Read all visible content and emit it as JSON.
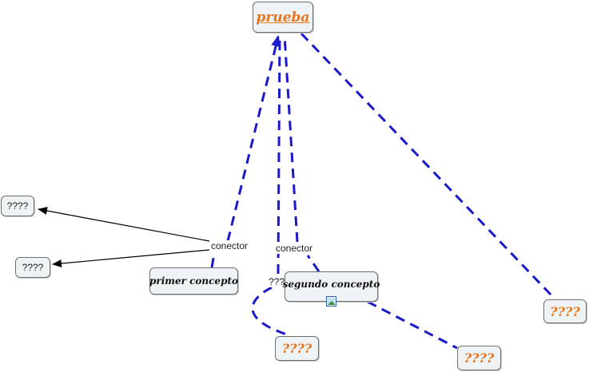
{
  "root": {
    "label": "prueba"
  },
  "concepts": {
    "primer": "primer concepto",
    "segundo": "segundo concepto",
    "left_top": "????",
    "left_bottom": "????",
    "right": "????",
    "bottom_center": "????",
    "bottom_right": "????"
  },
  "linking_phrases": {
    "conector_1": "conector",
    "conector_2": "conector",
    "unlabeled": "???"
  },
  "colors": {
    "dashed_line": "#1a1acc",
    "arrow_line": "#000000",
    "node_fill": "#eef3f5",
    "node_border": "#6f6f6f",
    "accent_text": "#e8741c"
  },
  "icons": {
    "segundo_resource": "image-resource-icon"
  }
}
